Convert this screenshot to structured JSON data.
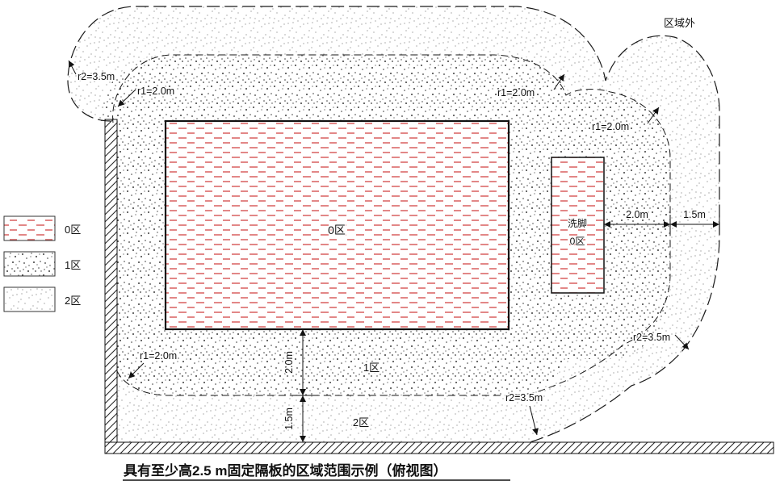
{
  "title": "具有至少高2.5 m固定隔板的区域范围示例（俯视图）",
  "legend": {
    "items": [
      {
        "label": "0区"
      },
      {
        "label": "1区"
      },
      {
        "label": "2区"
      }
    ]
  },
  "labels": {
    "outside_zone": "区域外",
    "pool_zone": "0区",
    "footbath_name": "洗脚",
    "footbath_zone": "0区",
    "zone1_area": "1区",
    "zone2_area": "2区"
  },
  "dimensions": {
    "r2_top_left": "r2=3.5m",
    "r1_top_left": "r1=2.0m",
    "r1_top_right": "r1=2.0m",
    "r1_footbath": "r1=2.0m",
    "gap_2_0m": "2.0m",
    "gap_1_5m": "1.5m",
    "r2_right": "r2=3.5m",
    "r1_bottom_left": "r1=2.0m",
    "offset_2_0m": "2.0m",
    "r2_bottom": "r2=3.5m",
    "offset_1_5m": "1.5m"
  },
  "colors": {
    "zone0_dash": "#d95f5f",
    "zone1_dot": "#3c3c3c",
    "zone2_dot": "#8a8a8a",
    "line": "#1a1a1a"
  }
}
